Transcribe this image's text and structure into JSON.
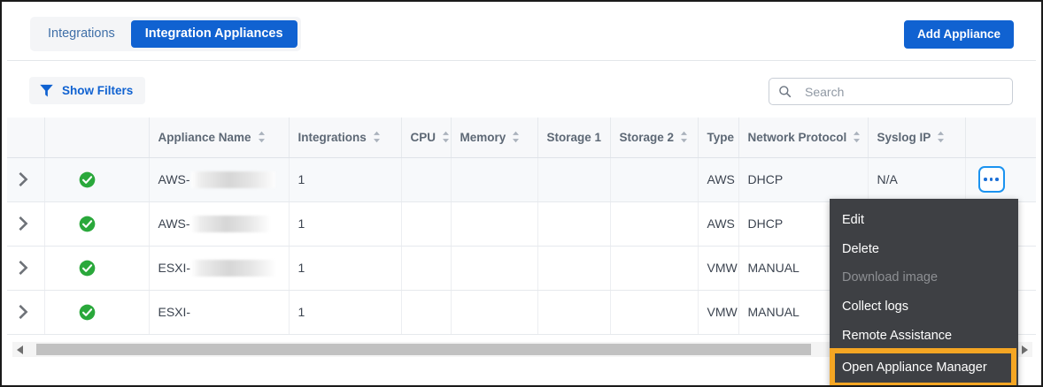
{
  "tabs": {
    "items": [
      {
        "label": "Integrations",
        "active": false
      },
      {
        "label": "Integration Appliances",
        "active": true
      }
    ],
    "add_button": "Add Appliance"
  },
  "toolbar": {
    "show_filters": "Show Filters",
    "filter_icon": "funnel-icon",
    "search": {
      "placeholder": "Search",
      "value": "",
      "icon": "search-icon"
    }
  },
  "table": {
    "columns": [
      {
        "label": "",
        "sortable": false
      },
      {
        "label": "",
        "sortable": false
      },
      {
        "label": "Appliance Name",
        "sortable": true
      },
      {
        "label": "Integrations",
        "sortable": true
      },
      {
        "label": "CPU",
        "sortable": true
      },
      {
        "label": "Memory",
        "sortable": true
      },
      {
        "label": "Storage 1",
        "sortable": false
      },
      {
        "label": "Storage 2",
        "sortable": true
      },
      {
        "label": "Type",
        "sortable": false
      },
      {
        "label": "Network Protocol",
        "sortable": true
      },
      {
        "label": "Syslog IP",
        "sortable": true
      },
      {
        "label": "",
        "sortable": false
      }
    ],
    "rows": [
      {
        "expand_icon": "chevron-right-icon",
        "status_icon": "check-circle-icon",
        "status_color": "#2aa83b",
        "name_prefix": "AWS-",
        "name_redacted": true,
        "redact_width": 95,
        "integrations": "1",
        "cpu": "",
        "memory": "",
        "storage1": "",
        "storage2": "",
        "type": "AWS",
        "network_protocol": "DHCP",
        "syslog_ip": "N/A",
        "highlighted": true
      },
      {
        "expand_icon": "chevron-right-icon",
        "status_icon": "check-circle-icon",
        "status_color": "#2aa83b",
        "name_prefix": "AWS-",
        "name_redacted": true,
        "redact_width": 88,
        "integrations": "1",
        "cpu": "",
        "memory": "",
        "storage1": "",
        "storage2": "",
        "type": "AWS",
        "network_protocol": "DHCP",
        "syslog_ip": "",
        "highlighted": false
      },
      {
        "expand_icon": "chevron-right-icon",
        "status_icon": "check-circle-icon",
        "status_color": "#2aa83b",
        "name_prefix": "ESXI-",
        "name_redacted": true,
        "redact_width": 94,
        "integrations": "1",
        "cpu": "",
        "memory": "",
        "storage1": "",
        "storage2": "",
        "type": "VMW",
        "network_protocol": "MANUAL",
        "syslog_ip": "",
        "highlighted": false
      },
      {
        "expand_icon": "chevron-right-icon",
        "status_icon": "check-circle-icon",
        "status_color": "#2aa83b",
        "name_prefix": "ESXI-",
        "name_redacted": false,
        "redact_width": 0,
        "integrations": "1",
        "cpu": "",
        "memory": "",
        "storage1": "",
        "storage2": "",
        "type": "VMW",
        "network_protocol": "MANUAL",
        "syslog_ip": "",
        "highlighted": false
      }
    ],
    "row_action_icon": "ellipsis-icon"
  },
  "context_menu": {
    "items": [
      {
        "label": "Edit",
        "disabled": false,
        "highlighted": false
      },
      {
        "label": "Delete",
        "disabled": false,
        "highlighted": false
      },
      {
        "label": "Download image",
        "disabled": true,
        "highlighted": false
      },
      {
        "label": "Collect logs",
        "disabled": false,
        "highlighted": false
      },
      {
        "label": "Remote Assistance",
        "disabled": false,
        "highlighted": false
      },
      {
        "label": "Open Appliance Manager",
        "disabled": false,
        "highlighted": true
      }
    ]
  },
  "scrollbar": {
    "left_arrow_icon": "triangle-left-icon",
    "right_arrow_icon": "triangle-right-icon"
  },
  "colors": {
    "accent_blue": "#1062d1",
    "focus_blue": "#1b93f0",
    "status_green": "#2aa83b",
    "menu_bg": "#3e4044",
    "highlight_orange": "#f5a623"
  }
}
